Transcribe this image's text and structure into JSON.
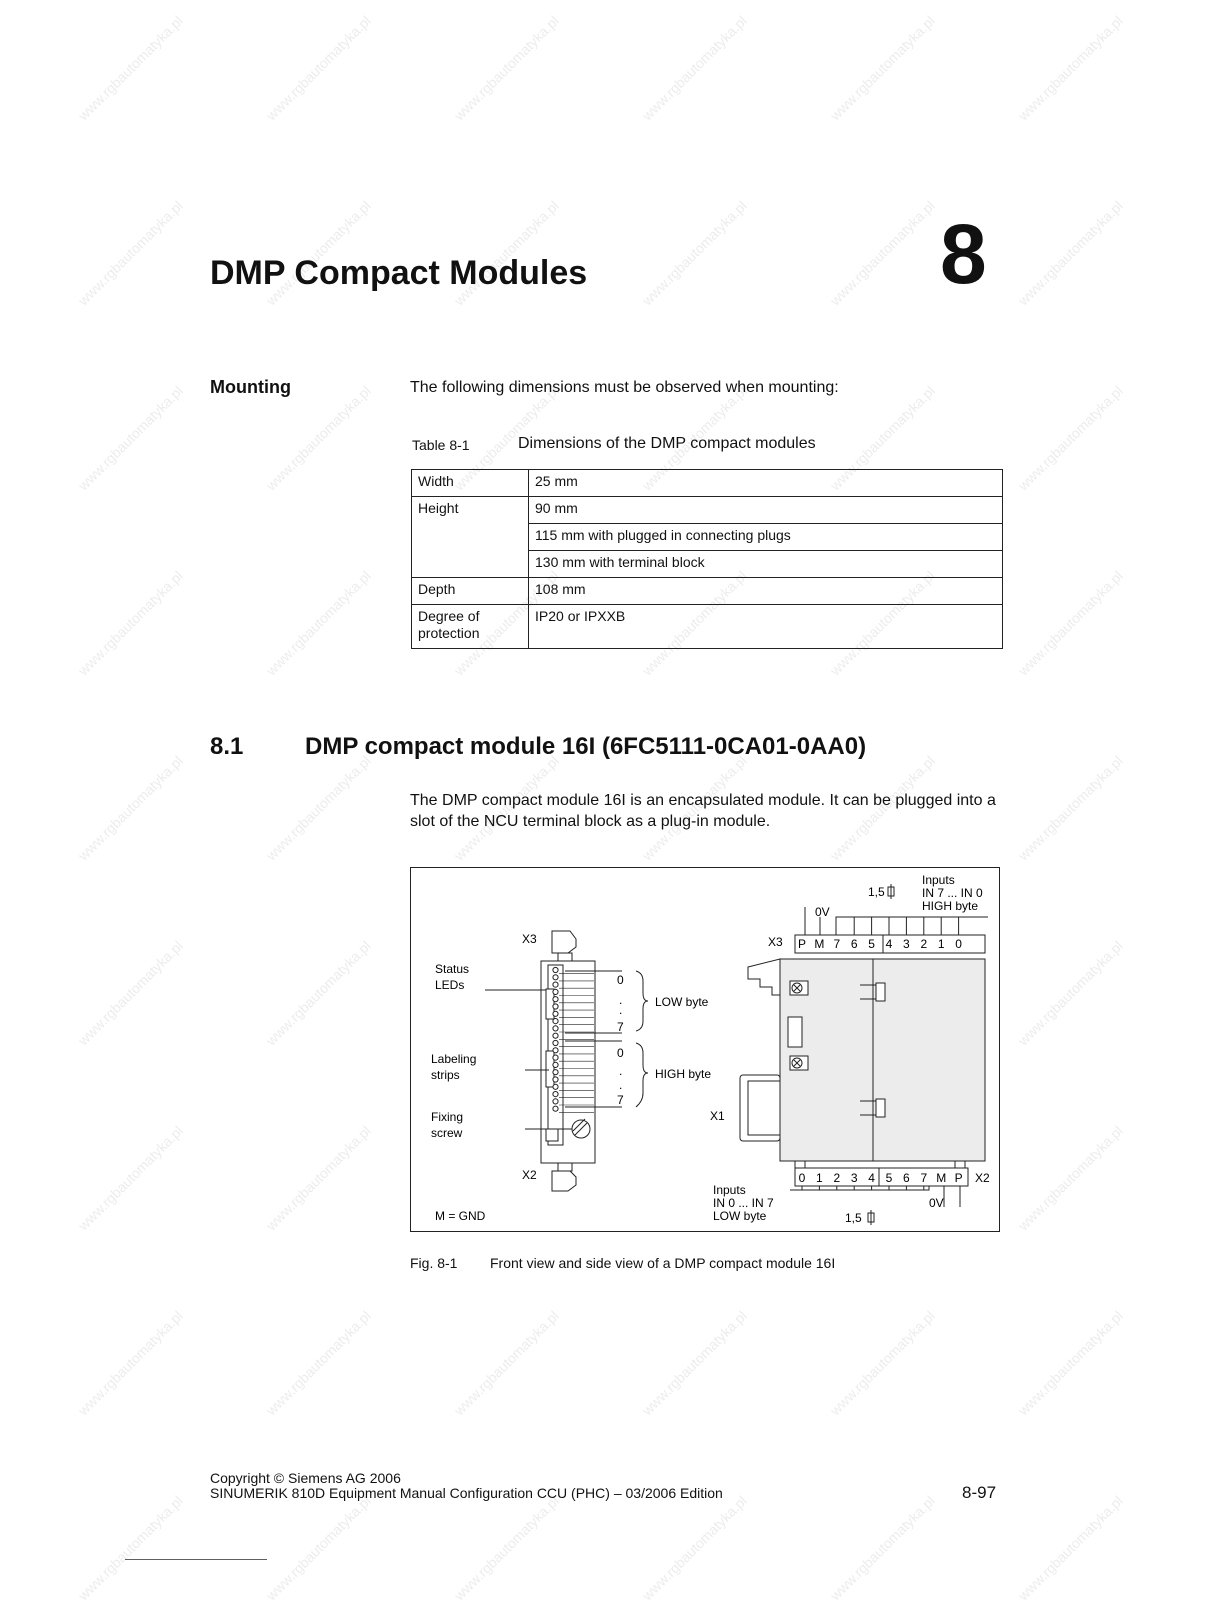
{
  "watermark": "www.rgbautomatyka.pl",
  "chapter": {
    "title": "DMP Compact Modules",
    "number": "8"
  },
  "mounting": {
    "label": "Mounting",
    "text": "The following dimensions must be observed when mounting:"
  },
  "table": {
    "caption_num": "Table 8-1",
    "caption_text": "Dimensions of the DMP compact modules",
    "rows": {
      "width": {
        "key": "Width",
        "value": "25 mm"
      },
      "height": {
        "key": "Height",
        "value1": "90 mm",
        "value2": "115 mm with plugged in connecting plugs",
        "value3": "130 mm with terminal block"
      },
      "depth": {
        "key": "Depth",
        "value": "108 mm"
      },
      "protection": {
        "key": "Degree of protection",
        "value": "IP20 or IPXXB"
      }
    }
  },
  "section": {
    "number": "8.1",
    "title": "DMP compact module 16I  (6FC5111-0CA01-0AA0)",
    "intro": "The DMP compact module 16I is an encapsulated module. It can be plugged into a slot of the NCU terminal block as a plug-in module."
  },
  "figure": {
    "x3": "X3",
    "x2": "X2",
    "x1": "X1",
    "status_leds": [
      "Status",
      "LEDs"
    ],
    "labeling_strips": [
      "Labeling",
      "strips"
    ],
    "fixing_screw": [
      "Fixing",
      "screw"
    ],
    "low_byte": "LOW byte",
    "high_byte": "HIGH byte",
    "zero": "0",
    "seven": "7",
    "dot": ".",
    "m_gnd": "M = GND",
    "zero_v": "0V",
    "fuse": "1,5",
    "inputs_top": [
      "Inputs",
      "IN 7 ... IN 0",
      "HIGH byte"
    ],
    "inputs_bottom": [
      "Inputs",
      "IN 0 ... IN 7",
      "LOW byte"
    ],
    "top_terminals": [
      "P",
      "M",
      "7",
      "6",
      "5",
      "4",
      "3",
      "2",
      "1",
      "0"
    ],
    "bottom_terminals": [
      "0",
      "1",
      "2",
      "3",
      "4",
      "5",
      "6",
      "7",
      "M",
      "P"
    ],
    "caption_num": "Fig. 8-1",
    "caption_text": "Front view and side view of a DMP compact module 16I"
  },
  "footer": {
    "copyright": "Copyright © Siemens AG 2006",
    "manual": "SINUMERIK 810D Equipment Manual Configuration CCU (PHC) – 03/2006 Edition",
    "page": "8-97"
  }
}
